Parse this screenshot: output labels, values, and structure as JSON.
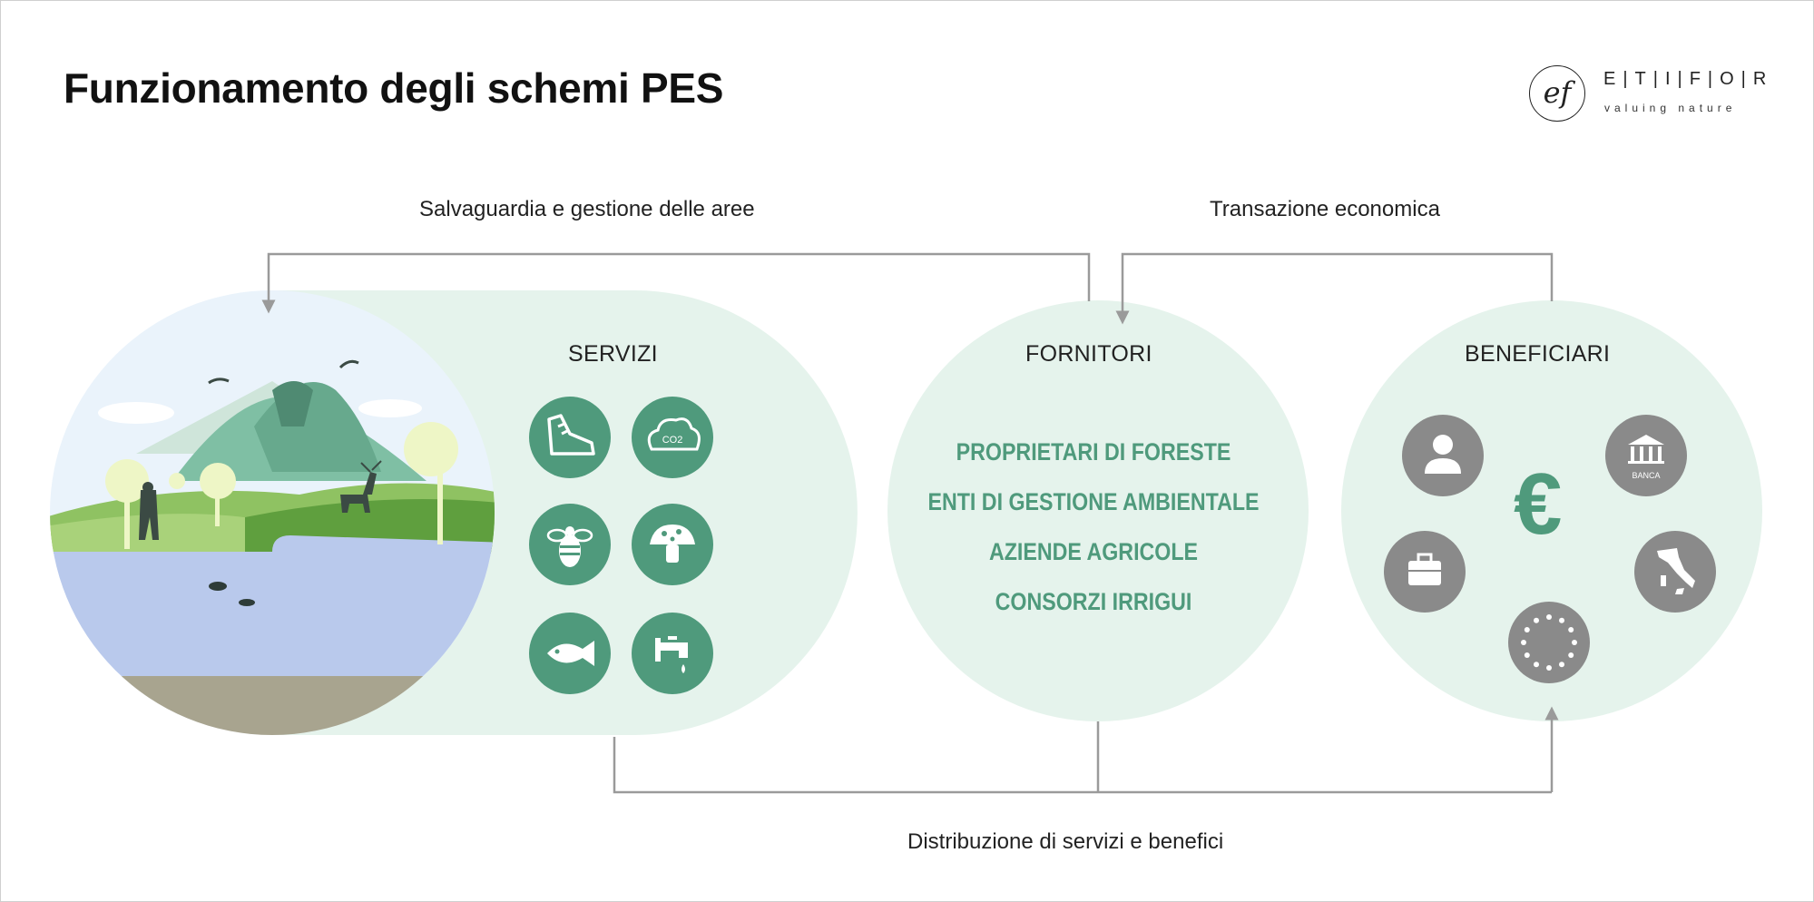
{
  "title": "Funzionamento degli schemi PES",
  "logo": {
    "monogram": "ef",
    "wordmark": "E|T|I|F|O|R",
    "tagline": "valuing nature"
  },
  "flows": {
    "top_left": "Salvaguardia e gestione delle aree",
    "top_right": "Transazione economica",
    "bottom": "Distribuzione di servizi e benefici"
  },
  "servizi": {
    "title": "SERVIZI",
    "icons": [
      "hiking-shoe-icon",
      "co2-cloud-icon",
      "bee-icon",
      "mushroom-icon",
      "fish-icon",
      "water-tap-icon"
    ],
    "co2_label": "CO2"
  },
  "fornitori": {
    "title": "FORNITORI",
    "items": [
      "PROPRIETARI DI FORESTE",
      "ENTI DI GESTIONE AMBIENTALE",
      "AZIENDE AGRICOLE",
      "CONSORZI IRRIGUI"
    ]
  },
  "beneficiari": {
    "title": "BENEFICIARI",
    "currency": "€",
    "icons": [
      "person-icon",
      "bank-icon",
      "briefcase-icon",
      "italy-map-icon",
      "eu-flag-icon"
    ],
    "bank_label": "BANCA"
  },
  "colors": {
    "green_dark": "#4f9a7c",
    "green_light": "#e5f3ec",
    "gray_icon": "#8a8a8a",
    "line": "#9a9a9a"
  }
}
